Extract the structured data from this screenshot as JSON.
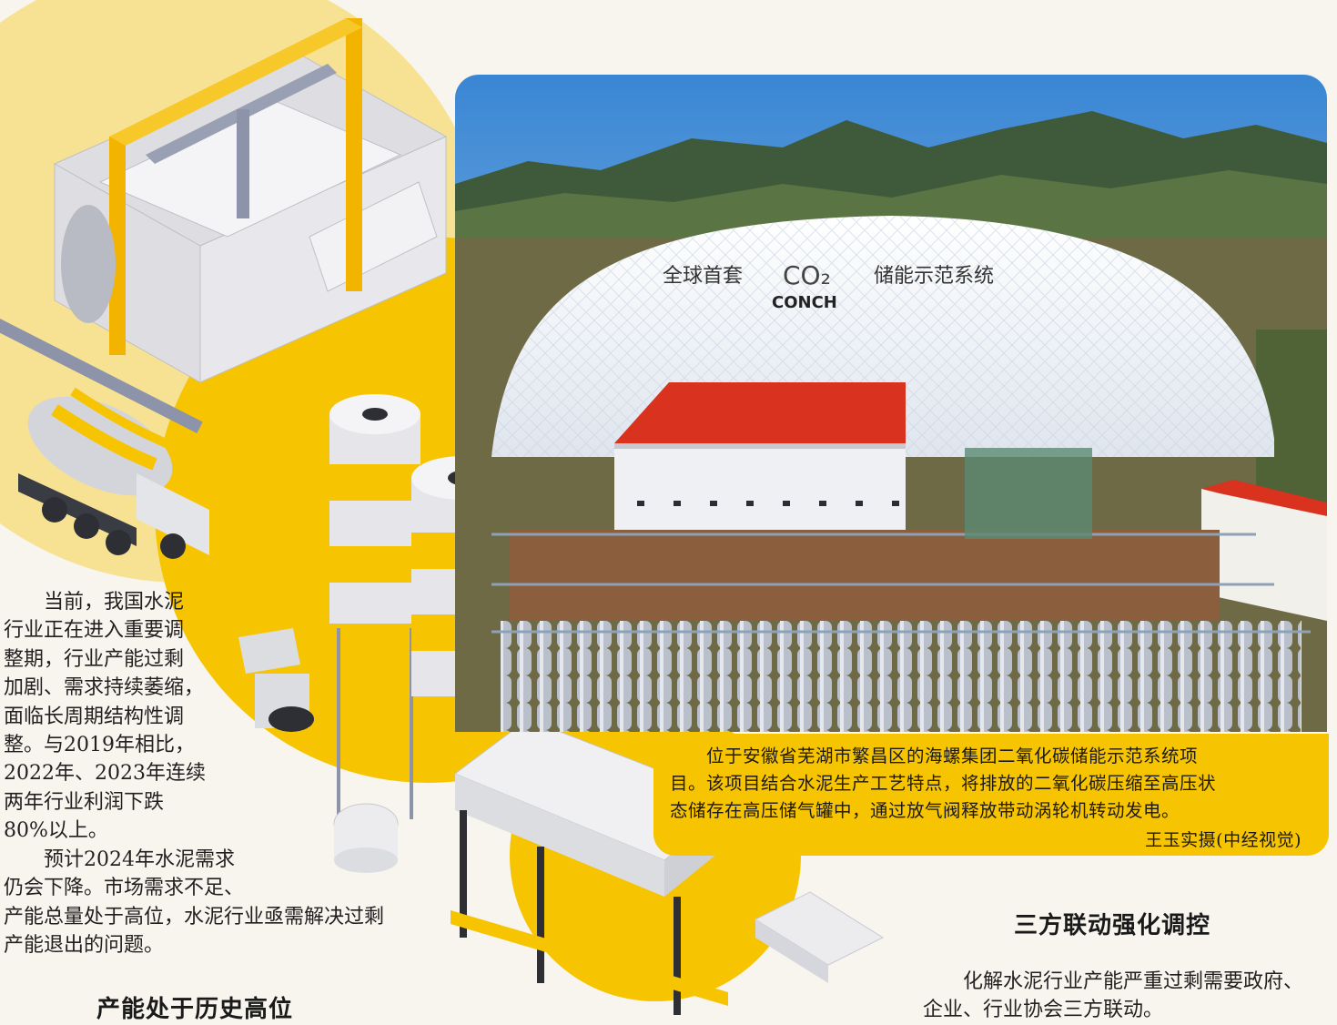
{
  "photo": {
    "dome_title": "全球首套",
    "dome_co2": "CO₂",
    "dome_subtitle": "储能示范系统",
    "dome_brand": "CONCH"
  },
  "caption": {
    "line1": "位于安徽省芜湖市繁昌区的海螺集团二氧化碳储能示范系统项",
    "line2": "目。该项目结合水泥生产工艺特点，将排放的二氧化碳压缩至高压状",
    "line3": "态储存在高压储气罐中，通过放气阀释放带动涡轮机转动发电。",
    "credit": "王玉实摄(中经视觉)"
  },
  "left_text": {
    "p1": [
      "　　当前，我国水泥",
      "行业正在进入重要调",
      "整期，行业产能过剩",
      "加剧、需求持续萎缩，",
      "面临长周期结构性调",
      "整。与2019年相比，",
      "2022年、2023年连续",
      "两年行业利润下跌",
      "80%以上。"
    ],
    "p2": [
      "　　预计2024年水泥需求",
      "仍会下降。市场需求不足、",
      "产能总量处于高位，水泥行业亟需解决过剩",
      "产能退出的问题。"
    ]
  },
  "headings": {
    "left": "产能处于历史高位",
    "right": "三方联动强化调控"
  },
  "right_text": {
    "lines": [
      "　　化解水泥行业产能严重过剩需要政府、",
      "企业、行业协会三方联动。"
    ]
  },
  "colors": {
    "accent_yellow": "#f6c400",
    "illustration_gray": "#d9d9dc",
    "roof_red": "#d9321f"
  }
}
